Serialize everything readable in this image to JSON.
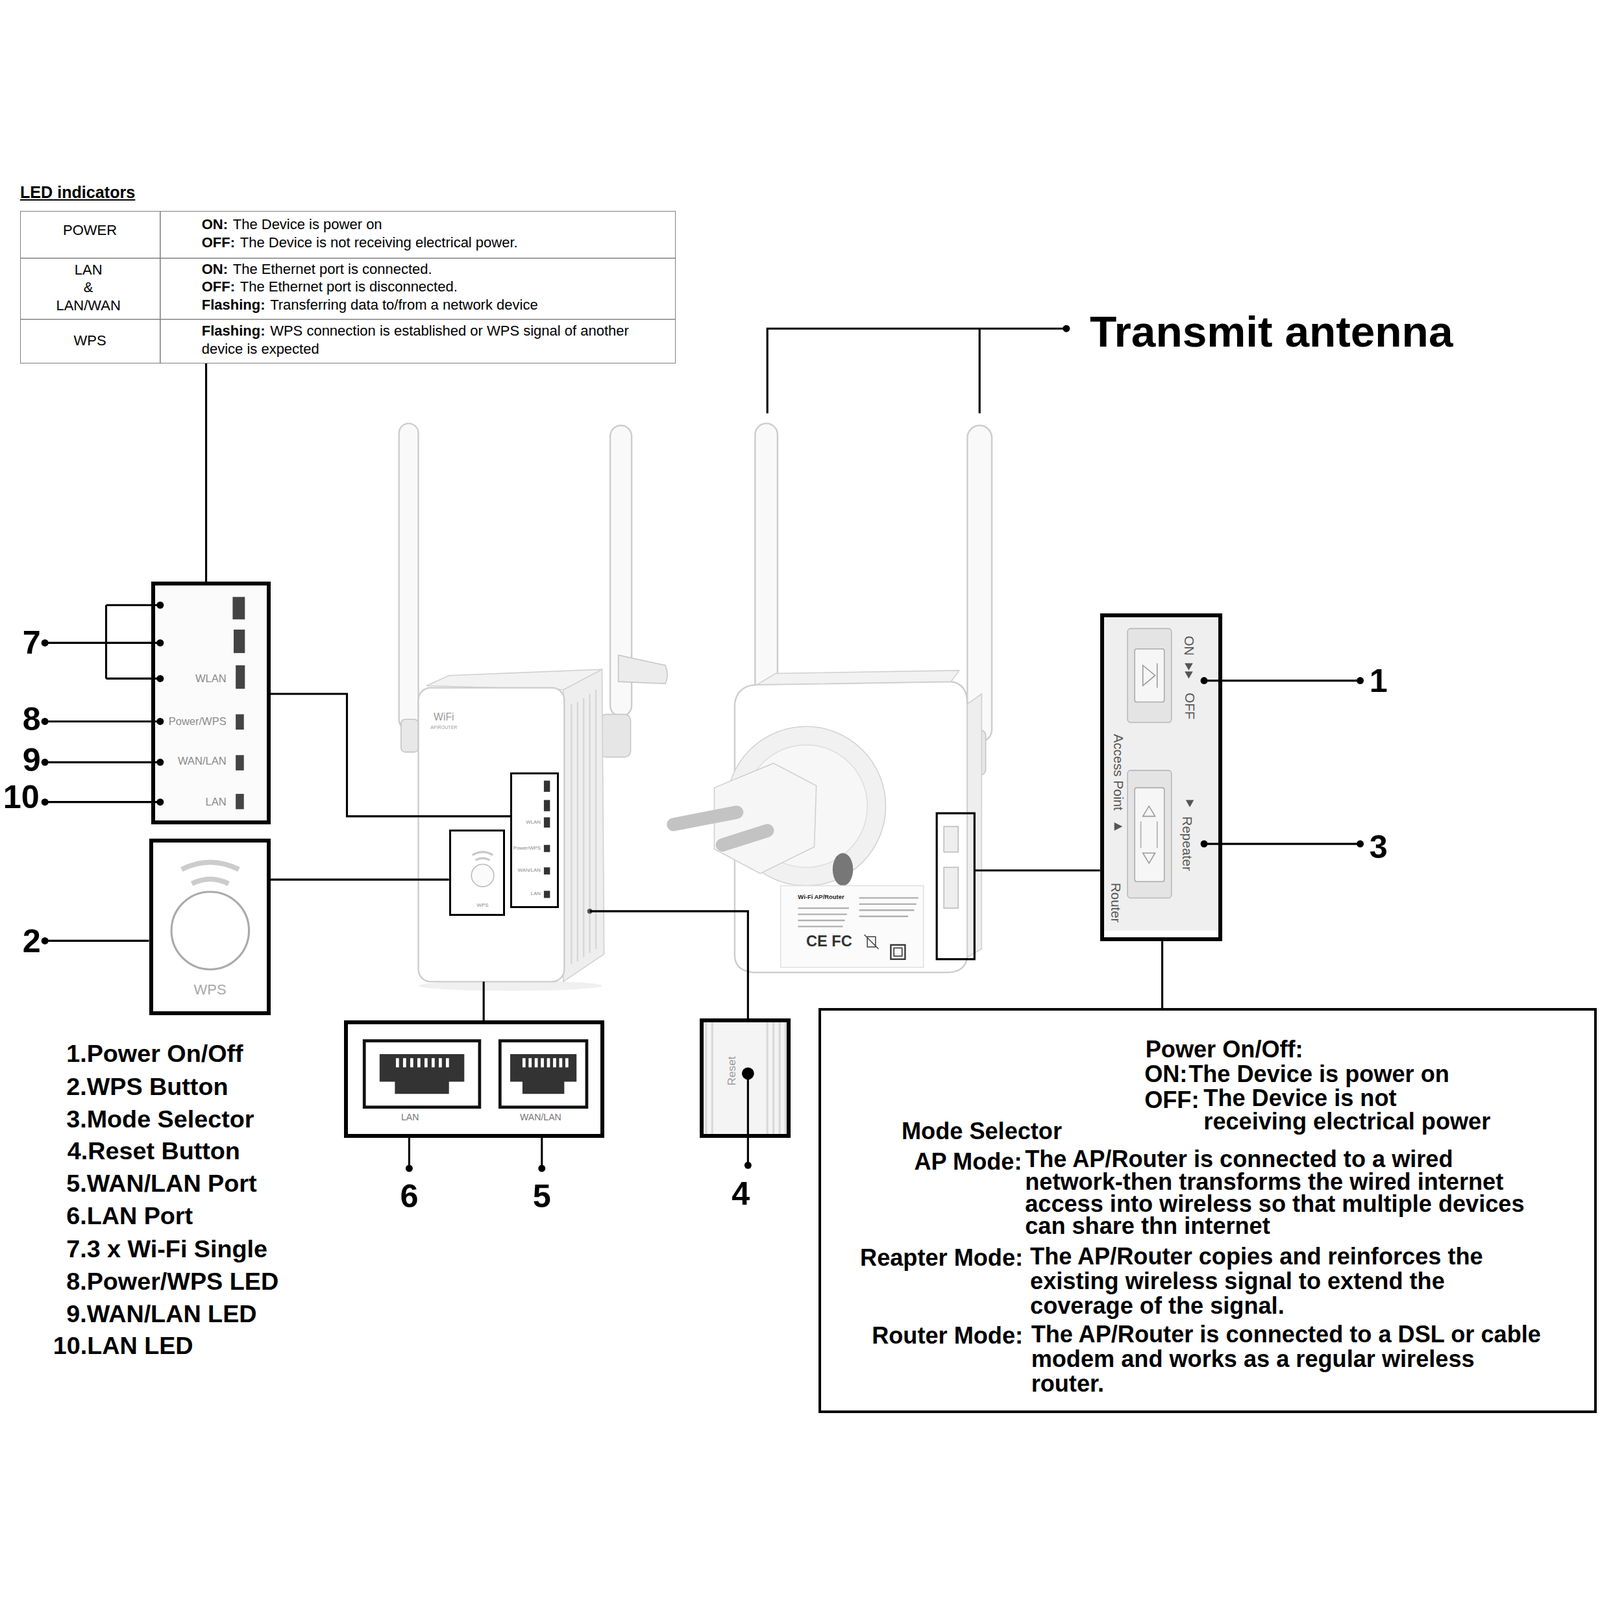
{
  "diagram": {
    "nodes": [
      {
        "text": [
          "LED indicators",
          "POWER",
          "ON:",
          "The Device is power on",
          "OFF:",
          "The Device is not receiving electrical power.",
          "LAN & LAN/WAN",
          "ON:",
          "The Ethernet port is connected.",
          "OFF:",
          "The Ethernet port is disconnected.",
          "Flashing:",
          "Transferring data to/from a network device",
          "WPS",
          "Flashing:",
          "WPS connection is established or WPS signal of another device is expected"
        ]
      },
      {
        "text": [
          "WLAN",
          "Power/WPS",
          "WAN/LAN",
          "LAN"
        ]
      },
      {
        "text": [
          "WLAN",
          "Power/WPS",
          "WAN/LAN",
          "LAN"
        ]
      },
      {
        "text": [
          "WPS"
        ]
      },
      {
        "text": [
          "WPS"
        ]
      },
      {
        "text": [
          "LAN",
          "WAN/LAN"
        ]
      },
      {
        "text": [
          "Reset"
        ]
      },
      {
        "text": [
          "ON",
          "OFF",
          "Access Point",
          "Repeater",
          "Router"
        ]
      },
      {
        "text": [
          "Power On/Off:",
          "ON:",
          "The Device is power on",
          "OFF:",
          "The Device is not receiving electrical power",
          "Mode Selector",
          "AP Mode:",
          "The AP/Router is connected to a wired network-then transforms the wired internet access into wireless so that multiple devices can share thn internet",
          "Reapter Mode:",
          "The AP/Router copies and reinforces the existing wireless signal to extend the coverage of the signal.",
          "Router Mode:",
          "The AP/Router is connected to a DSL or cable modem and works as a regular wireless router."
        ]
      }
    ],
    "edges": [
      {
        "from": 0,
        "to": 1,
        "arrow": "none"
      },
      {
        "from": 1,
        "to": 2,
        "arrow": "none"
      },
      {
        "from": 3,
        "to": 4,
        "arrow": "none"
      },
      {
        "from": 7,
        "to": 8,
        "arrow": "none"
      }
    ],
    "labels": [
      "Transmit antenna",
      "7",
      "8",
      "9",
      "10",
      "WiFi",
      "AP/ROUTER",
      "Wi-Fi AP/Router",
      "CE FC",
      "1",
      "3",
      "2",
      "6",
      "5",
      "4",
      "1.Power On/Off",
      "2.WPS Button",
      "3.Mode Selector",
      "4.Reset Button",
      "5.WAN/LAN Port",
      "6.LAN Port",
      "7.3 x Wi-Fi Single",
      "8.Power/WPS LED",
      "9.WAN/LAN LED",
      "10.LAN LED"
    ]
  }
}
